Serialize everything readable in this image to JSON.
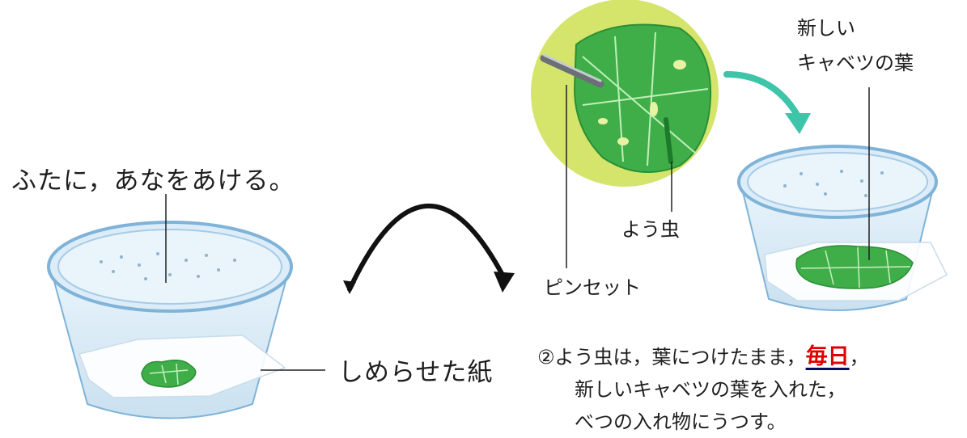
{
  "labels": {
    "lid_hole": "ふたに，あなをあける。",
    "damp_paper": "しめらせた紙",
    "new_cabbage_line1": "新しい",
    "new_cabbage_line2": "キャベツの葉",
    "larva": "よう虫",
    "tweezers": "ピンセット"
  },
  "step": {
    "number": "②",
    "line1_a": "よう虫は，葉につけたまま，",
    "highlight": "毎日",
    "line1_b": "，",
    "line2": "新しいキャベツの葉を入れた，",
    "line3": "べつの入れ物にうつす。"
  },
  "colors": {
    "cup_blue": "#a9cfe8",
    "leaf_green": "#3fae49",
    "circle_bg": "#d5e46a",
    "arrow_teal": "#3ec4a8",
    "highlight_red": "#e00000"
  }
}
